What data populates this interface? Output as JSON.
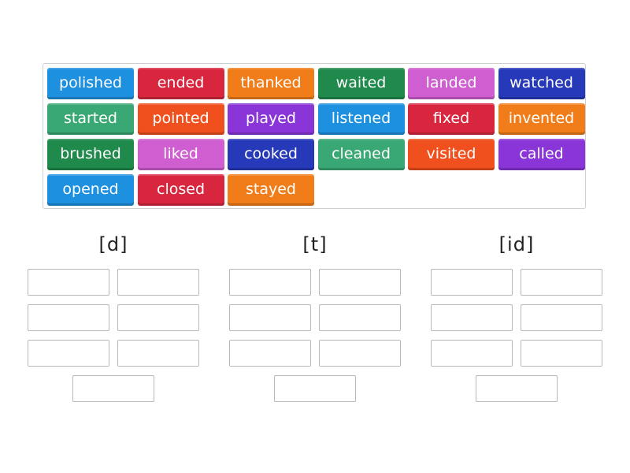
{
  "tiles": [
    {
      "label": "polished",
      "color": "#1e90e0"
    },
    {
      "label": "ended",
      "color": "#d7263d"
    },
    {
      "label": "thanked",
      "color": "#f07d19"
    },
    {
      "label": "waited",
      "color": "#1f8a4c"
    },
    {
      "label": "landed",
      "color": "#cf5fd0"
    },
    {
      "label": "watched",
      "color": "#2639b8"
    },
    {
      "label": "started",
      "color": "#3aa874"
    },
    {
      "label": "pointed",
      "color": "#f0501e"
    },
    {
      "label": "played",
      "color": "#8a35d8"
    },
    {
      "label": "listened",
      "color": "#1e90e0"
    },
    {
      "label": "fixed",
      "color": "#d7263d"
    },
    {
      "label": "invented",
      "color": "#f07d19"
    },
    {
      "label": "brushed",
      "color": "#1f8a4c"
    },
    {
      "label": "liked",
      "color": "#cf5fd0"
    },
    {
      "label": "cooked",
      "color": "#2639b8"
    },
    {
      "label": "cleaned",
      "color": "#3aa874"
    },
    {
      "label": "visited",
      "color": "#f0501e"
    },
    {
      "label": "called",
      "color": "#8a35d8"
    },
    {
      "label": "opened",
      "color": "#1e90e0"
    },
    {
      "label": "closed",
      "color": "#d7263d"
    },
    {
      "label": "stayed",
      "color": "#f07d19"
    }
  ],
  "groups": [
    {
      "heading": "[d]",
      "slot_count": 7
    },
    {
      "heading": "[t]",
      "slot_count": 7
    },
    {
      "heading": "[id]",
      "slot_count": 7
    }
  ]
}
